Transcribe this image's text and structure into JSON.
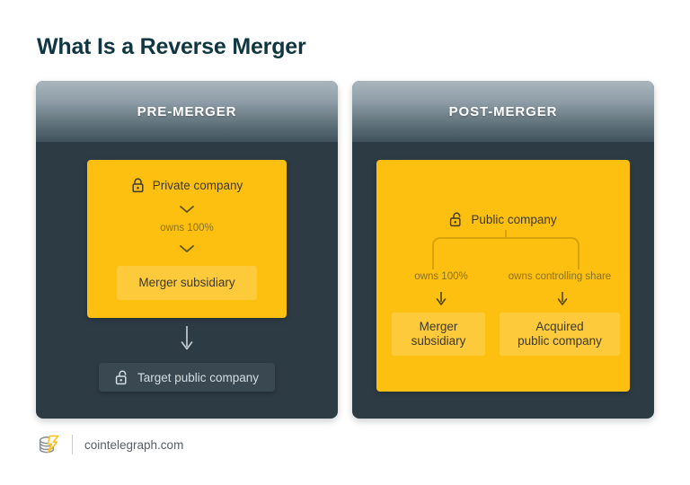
{
  "page": {
    "title": "What Is a Reverse Merger",
    "background_color": "#ffffff",
    "title_color": "#103741"
  },
  "colors": {
    "panel_dark": "#2d3b45",
    "panel_header_gradient_top": "#a9b6bd",
    "panel_header_gradient_bottom": "#3f525c",
    "accent_yellow": "#fdbf10",
    "inner_box_yellow": "#ffca2b",
    "dark_chip": "#3a4852",
    "muted_yellow_text": "#8a7320",
    "node_text_dark": "#3e3a2c",
    "node_text_light": "#d5dde1"
  },
  "panels": [
    {
      "id": "pre-merger",
      "header": "PRE-MERGER",
      "parent": {
        "label": "Private company",
        "lock_state": "locked",
        "icon": "lock-closed-icon"
      },
      "relationship": "owns 100%",
      "child": {
        "label": "Merger subsidiary"
      },
      "flow_arrow": "arrow-down-icon",
      "target": {
        "label": "Target public company",
        "lock_state": "unlocked",
        "icon": "lock-open-icon"
      }
    },
    {
      "id": "post-merger",
      "header": "POST-MERGER",
      "parent": {
        "label": "Public company",
        "lock_state": "unlocked",
        "icon": "lock-open-icon"
      },
      "branches": [
        {
          "relationship": "owns 100%",
          "label_line1": "Merger",
          "label_line2": "subsidiary"
        },
        {
          "relationship": "owns controlling share",
          "label_line1": "Acquired",
          "label_line2": "public company"
        }
      ]
    }
  ],
  "footer": {
    "logo_name": "cointelegraph-logo",
    "site": "cointelegraph.com"
  }
}
